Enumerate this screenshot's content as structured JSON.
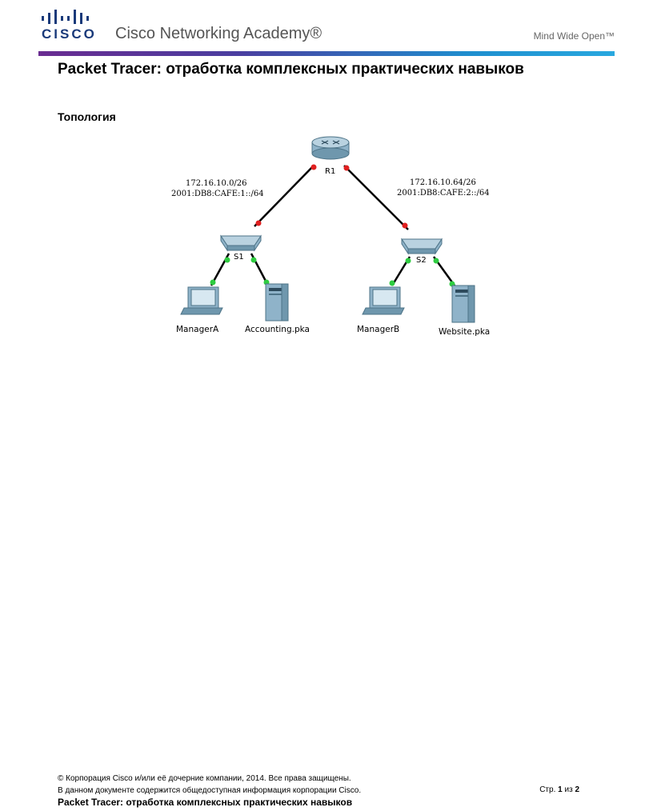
{
  "header": {
    "logo_text": "CISCO",
    "academy_name": "Cisco Networking Academy®",
    "tagline": "Mind Wide Open™"
  },
  "document": {
    "title": "Packet Tracer: отработка комплексных практических навыков",
    "section_heading": "Топология"
  },
  "topology": {
    "router": {
      "label": "R1"
    },
    "switches": [
      {
        "label": "S1"
      },
      {
        "label": "S2"
      }
    ],
    "hosts": [
      {
        "label": "ManagerA",
        "type": "laptop"
      },
      {
        "label": "Accounting.pka",
        "type": "server"
      },
      {
        "label": "ManagerB",
        "type": "laptop"
      },
      {
        "label": "Website.pka",
        "type": "server"
      }
    ],
    "networks": [
      {
        "ipv4": "172.16.10.0/26",
        "ipv6": "2001:DB8:CAFE:1::/64"
      },
      {
        "ipv4": "172.16.10.64/26",
        "ipv6": "2001:DB8:CAFE:2::/64"
      }
    ],
    "colors": {
      "link": "#000000",
      "port_down": "#e02020",
      "port_up": "#2ecc40",
      "device": "#8fb3c9"
    }
  },
  "footer": {
    "copyright": "© Корпорация Cisco и/или её дочерние компании, 2014. Все права защищены.",
    "notice": "В данном документе содержится общедоступная информация корпорации Cisco.",
    "doc_title": "Packet Tracer: отработка комплексных практических навыков",
    "page_prefix": "Стр.",
    "page_current": "1",
    "page_sep": "из",
    "page_total": "2"
  }
}
